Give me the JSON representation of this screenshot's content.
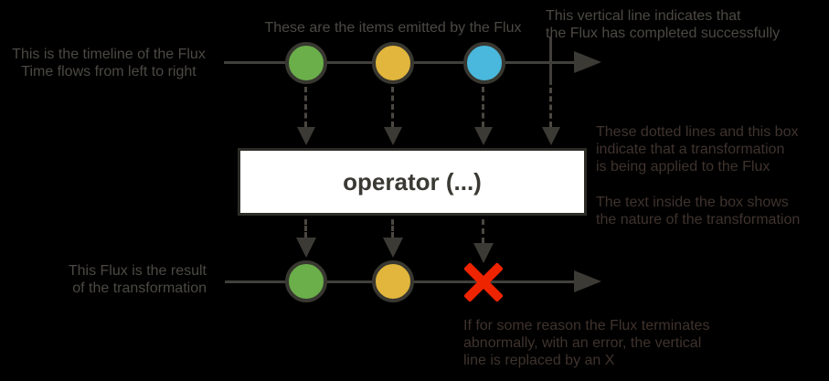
{
  "annotations": {
    "top_left": {
      "lines": [
        "This is the timeline of the Flux",
        "Time flows from left to right"
      ]
    },
    "top_middle": {
      "lines": [
        "These are the items emitted by the Flux"
      ]
    },
    "top_right": {
      "lines": [
        "This vertical line indicates that",
        "the Flux has completed successfully"
      ]
    },
    "right_transformation": {
      "lines": [
        "These dotted lines and this box",
        "indicate that a transformation",
        "is being applied to the Flux"
      ]
    },
    "right_box_text": {
      "lines": [
        "The text inside the box shows",
        "the nature of the transformation"
      ]
    },
    "bottom_left": {
      "lines": [
        "This Flux is the result",
        "of the transformation"
      ]
    },
    "bottom_right": {
      "lines": [
        "If for some reason the Flux terminates",
        "abnormally, with an error, the vertical",
        "line is replaced by an X"
      ]
    }
  },
  "operator_box": {
    "label": "operator (...)"
  },
  "marbles": {
    "source": [
      "green",
      "yellow",
      "blue"
    ],
    "result": [
      "green",
      "yellow"
    ]
  },
  "colors": {
    "background": "#000000",
    "marble_green": "#6aaf4a",
    "marble_yellow": "#e2b63c",
    "marble_blue": "#49b8dc",
    "marble_border": "#383730",
    "timeline": "#403f3b",
    "arrowhead": "#3b3a35",
    "dotted": "#4a4841",
    "operator_box_bg": "#ffffff",
    "operator_box_border": "#2d2c27",
    "operator_text": "#3a3934",
    "annotation_light": "#4c4944",
    "annotation_dark": "#3f332d",
    "error_x": "#ee2400"
  }
}
